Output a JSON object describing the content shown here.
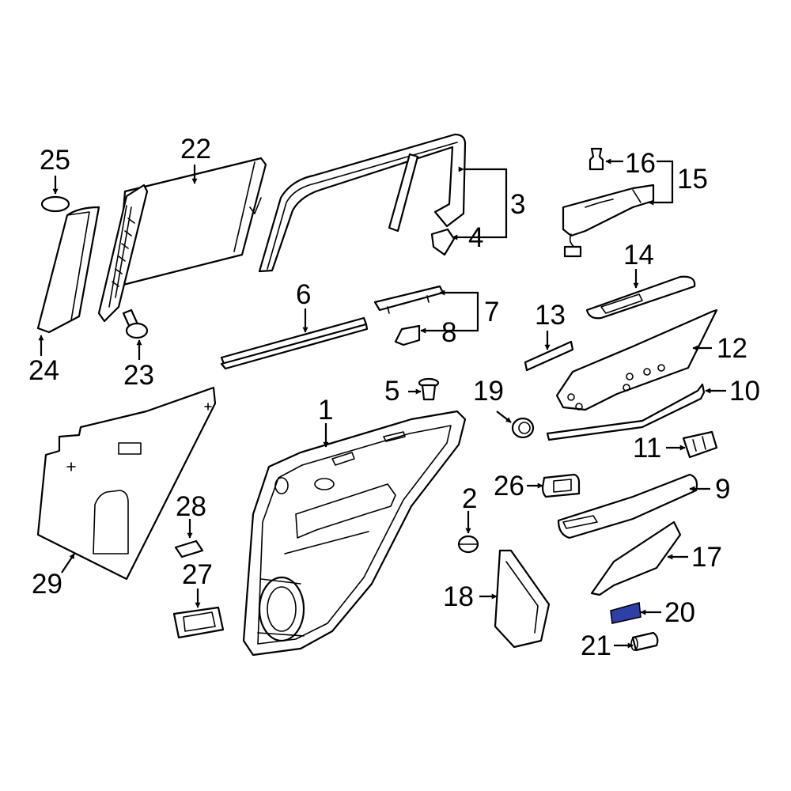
{
  "colors": {
    "line": "#000000",
    "background": "#ffffff",
    "highlight": "#2f3fa8"
  },
  "highlighted_part": "20",
  "callouts": {
    "c1": "1",
    "c2": "2",
    "c3": "3",
    "c4": "4",
    "c5": "5",
    "c6": "6",
    "c7": "7",
    "c8": "8",
    "c9": "9",
    "c10": "10",
    "c11": "11",
    "c12": "12",
    "c13": "13",
    "c14": "14",
    "c15": "15",
    "c16": "16",
    "c17": "17",
    "c18": "18",
    "c19": "19",
    "c20": "20",
    "c21": "21",
    "c22": "22",
    "c23": "23",
    "c24": "24",
    "c25": "25",
    "c26": "26",
    "c27": "27",
    "c28": "28",
    "c29": "29"
  }
}
